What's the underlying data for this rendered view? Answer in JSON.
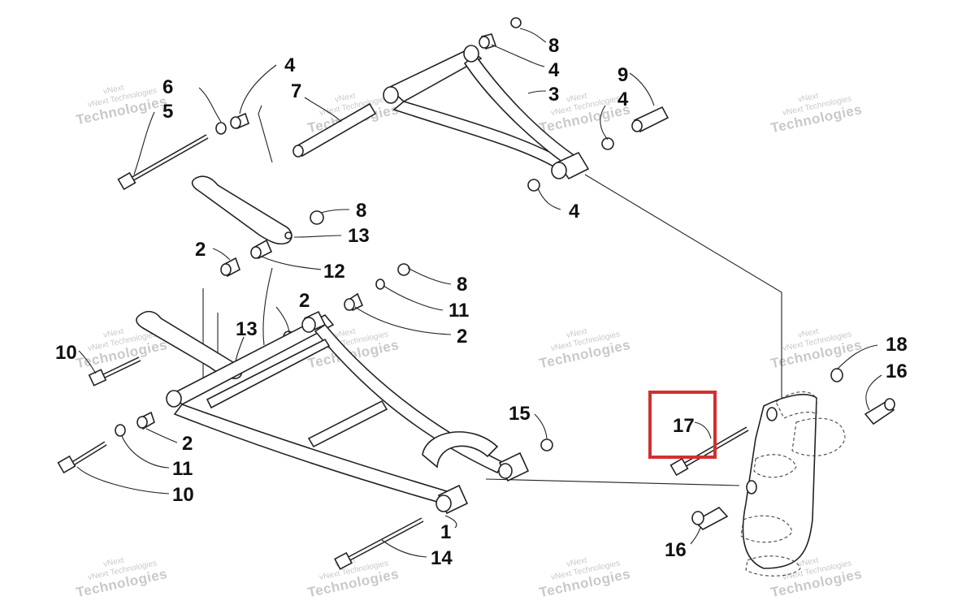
{
  "watermark": {
    "line1": "vNext Technologies",
    "line2": "Technologies",
    "badge": "vNext"
  },
  "labels": {
    "l1": "1",
    "l2a": "2",
    "l2b": "2",
    "l2c": "2",
    "l2d": "2",
    "l3": "3",
    "l4a": "4",
    "l4b": "4",
    "l4c": "4",
    "l4d": "4",
    "l5": "5",
    "l6": "6",
    "l7": "7",
    "l8a": "8",
    "l8b": "8",
    "l8c": "8",
    "l9": "9",
    "l10a": "10",
    "l10b": "10",
    "l11a": "11",
    "l11b": "11",
    "l12": "12",
    "l13a": "13",
    "l13b": "13",
    "l14": "14",
    "l15": "15",
    "l16a": "16",
    "l16b": "16",
    "l17": "17",
    "l18": "18"
  },
  "highlight": {
    "part": "17",
    "color": "#d32f2f"
  }
}
